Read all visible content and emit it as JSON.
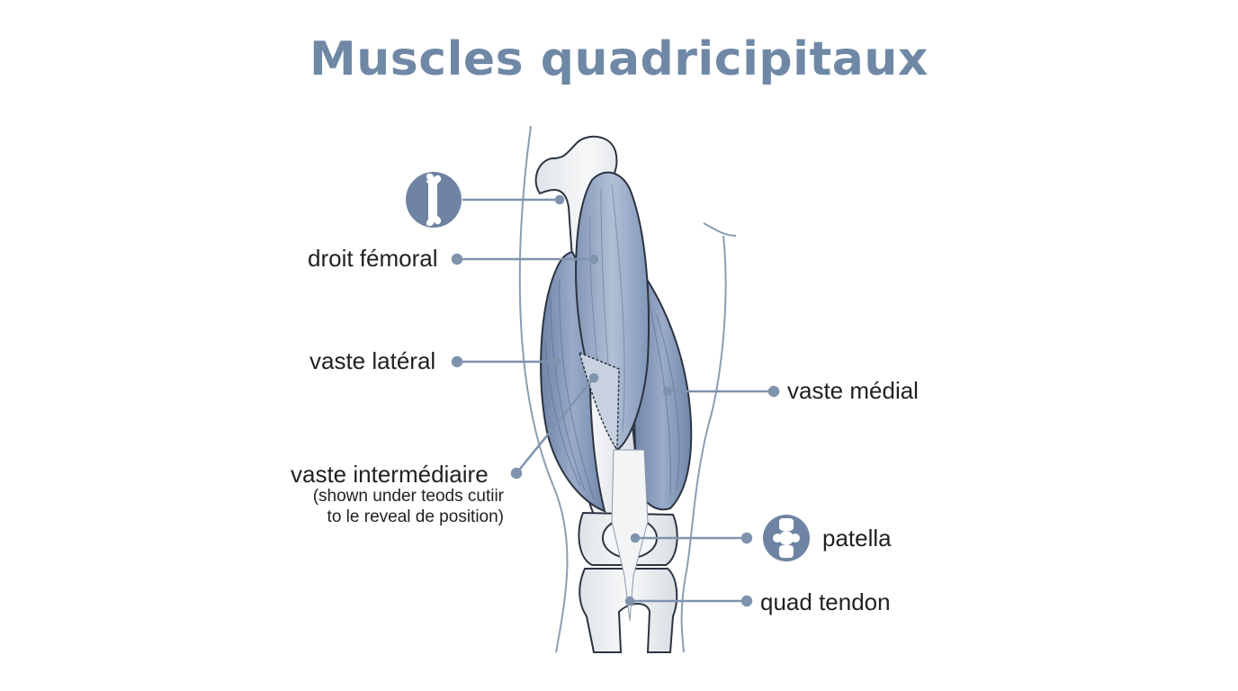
{
  "title": "Muscles quadricipitaux",
  "labels": {
    "droit_femoral": "droit fémoral",
    "vaste_lateral": "vaste latéral",
    "vaste_intermediaire": "vaste intermédiaire",
    "vaste_intermediaire_note_1": "(shown under teods cutiir",
    "vaste_intermediaire_note_2": "to le reveal de position)",
    "vaste_medial": "vaste médial",
    "patella": "patella",
    "quad_tendon": "quad tendon"
  },
  "icons": {
    "femur": "bone-icon",
    "knee": "knee-joint-icon"
  },
  "colors": {
    "title": "#6f88a6",
    "muscle_fill": "#8a9cbc",
    "muscle_outline": "#2c3442",
    "leader_line": "#7f93ad",
    "icon_circle": "#6f84a2",
    "bone_fill": "#eef0f2"
  }
}
